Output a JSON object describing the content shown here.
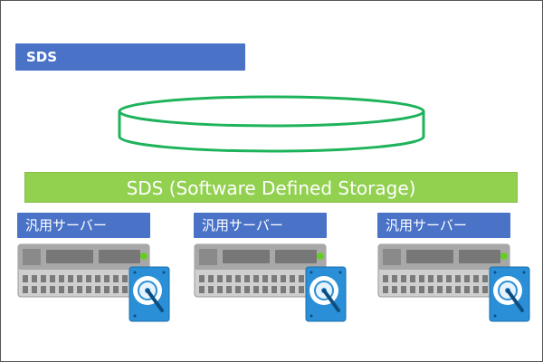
{
  "title": "SDS",
  "storage_layer": "SDS (Software Defined Storage)",
  "servers": [
    {
      "label": "汎用サーバー",
      "icon": "rack-server-icon",
      "disk_icon": "hard-disk-icon"
    },
    {
      "label": "汎用サーバー",
      "icon": "rack-server-icon",
      "disk_icon": "hard-disk-icon"
    },
    {
      "label": "汎用サーバー",
      "icon": "rack-server-icon",
      "disk_icon": "hard-disk-icon"
    }
  ],
  "colors": {
    "label_blue": "#4a73c8",
    "sds_green": "#92d050",
    "pool_green": "#1db35a",
    "server_gray": "#9a9a9a",
    "disk_blue": "#2a8fd6",
    "led_green": "#66cc22"
  }
}
